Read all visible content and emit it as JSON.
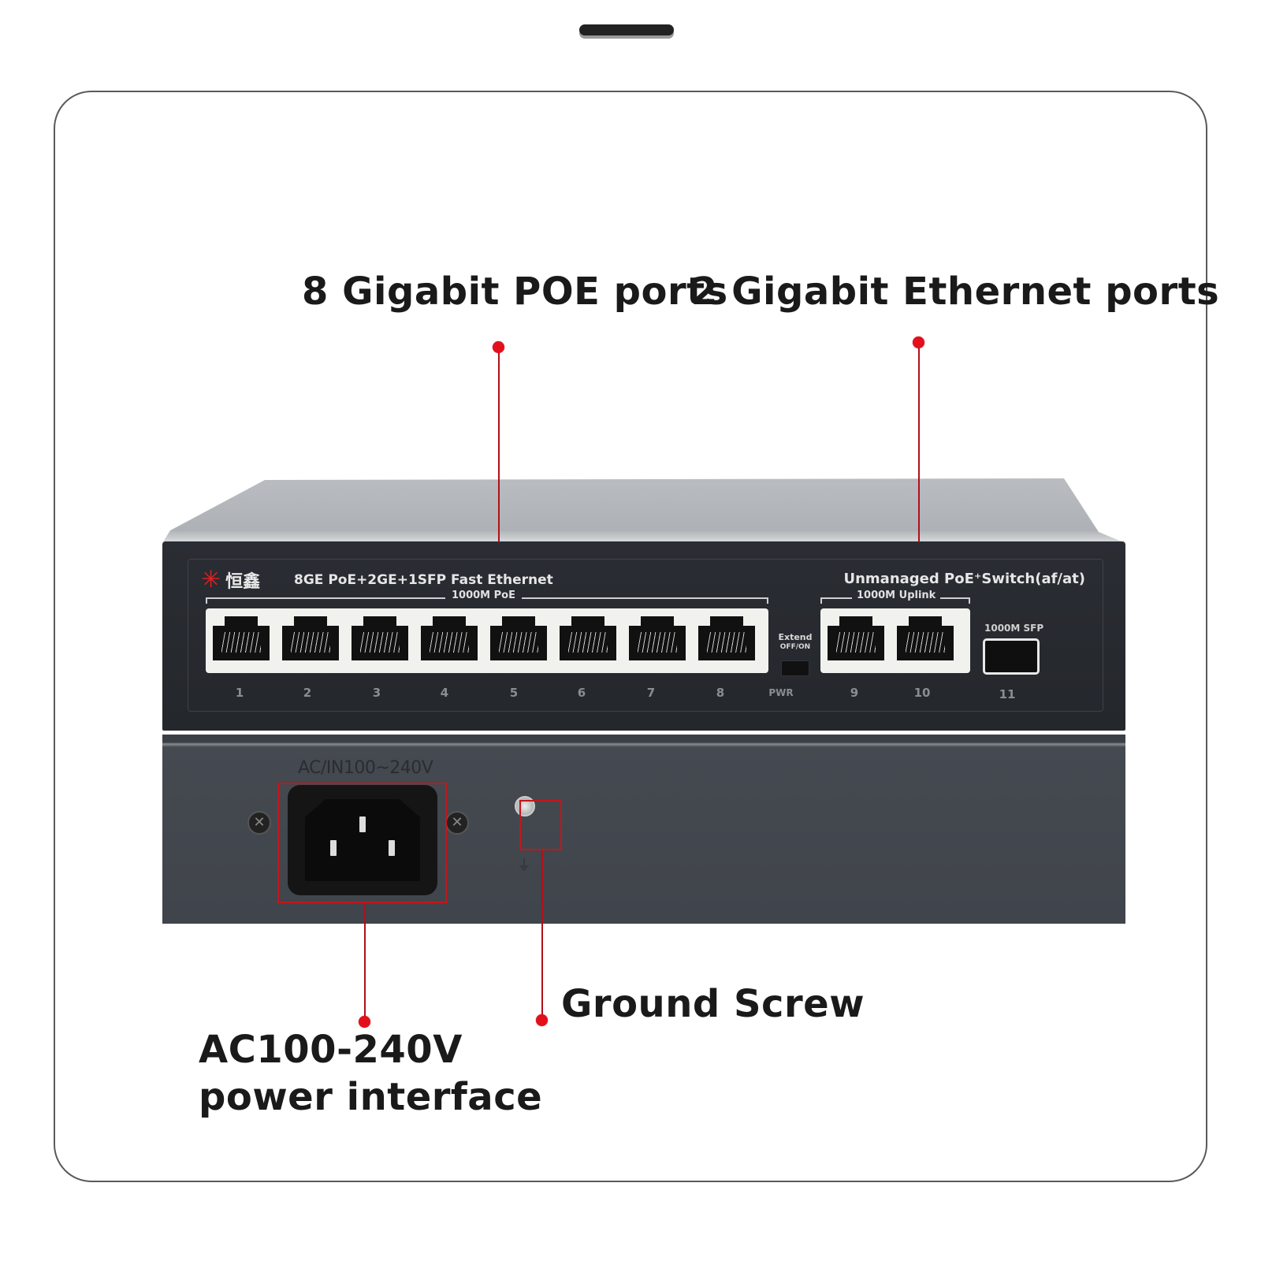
{
  "top_handle": {
    "icon": "drag-handle-icon"
  },
  "callouts": {
    "poe_ports": "8 Gigabit POE ports",
    "ethernet_ports": "2 Gigabit Ethernet ports",
    "power_line1": "AC100-240V",
    "power_line2": "power interface",
    "ground": "Ground Screw",
    "color": "#e3101c"
  },
  "device": {
    "brand_icon": "star-burst-logo-icon",
    "brand_name": "恒鑫",
    "model_text": "8GE PoE+2GE+1SFP Fast Ethernet",
    "switch_title": "Unmanaged PoE⁺Switch(af/at)",
    "poe_group_label": "1000M  PoE",
    "uplink_group_label": "1000M  Uplink",
    "sfp_label": "1000M  SFP",
    "extend_label": "Extend",
    "extend_state": "OFF/ON",
    "pwr_label": "PWR",
    "poe_ports": [
      "1",
      "2",
      "3",
      "4",
      "5",
      "6",
      "7",
      "8"
    ],
    "uplink_ports": [
      "9",
      "10"
    ],
    "sfp_port": "11",
    "rear_label": "AC/IN100~240V"
  }
}
